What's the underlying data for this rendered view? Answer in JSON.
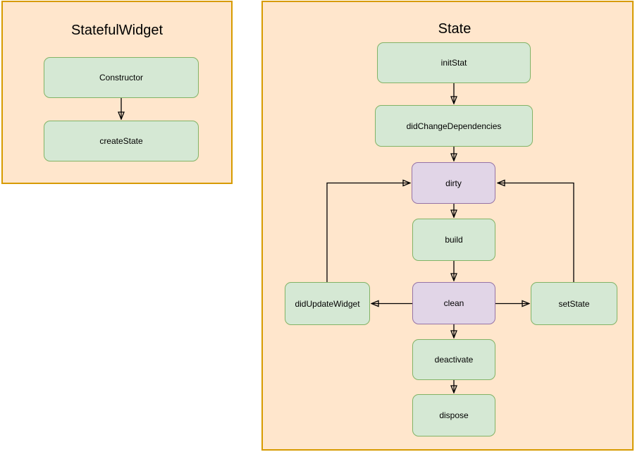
{
  "colors": {
    "page_background": "#ffffff",
    "panel_fill": "#FFE6CC",
    "panel_border": "#D79B00",
    "node_green_fill": "#D5E8D4",
    "node_green_border": "#82B366",
    "node_purple_fill": "#E1D5E7",
    "node_purple_border": "#9673A6",
    "arrow": "#000000",
    "text": "#000000"
  },
  "diagram": {
    "type": "flowchart",
    "panels": [
      {
        "title": "StatefulWidget",
        "nodes": [
          {
            "id": "constructor",
            "label": "Constructor",
            "style": "green"
          },
          {
            "id": "createState",
            "label": "createState",
            "style": "green"
          }
        ]
      },
      {
        "title": "State",
        "nodes": [
          {
            "id": "initStat",
            "label": "initStat",
            "style": "green"
          },
          {
            "id": "didChangeDependencies",
            "label": "didChangeDependencies",
            "style": "green"
          },
          {
            "id": "dirty",
            "label": "dirty",
            "style": "purple"
          },
          {
            "id": "build",
            "label": "build",
            "style": "green"
          },
          {
            "id": "didUpdateWidget",
            "label": "didUpdateWidget",
            "style": "green"
          },
          {
            "id": "clean",
            "label": "clean",
            "style": "purple"
          },
          {
            "id": "setState",
            "label": "setState",
            "style": "green"
          },
          {
            "id": "deactivate",
            "label": "deactivate",
            "style": "green"
          },
          {
            "id": "dispose",
            "label": "dispose",
            "style": "green"
          }
        ]
      }
    ],
    "edges": [
      {
        "from": "Constructor",
        "to": "createState",
        "direction": "down"
      },
      {
        "from": "initStat",
        "to": "didChangeDependencies",
        "direction": "down"
      },
      {
        "from": "didChangeDependencies",
        "to": "dirty",
        "direction": "down"
      },
      {
        "from": "dirty",
        "to": "build",
        "direction": "down"
      },
      {
        "from": "build",
        "to": "clean",
        "direction": "down"
      },
      {
        "from": "clean",
        "to": "didUpdateWidget",
        "direction": "left"
      },
      {
        "from": "clean",
        "to": "setState",
        "direction": "right"
      },
      {
        "from": "didUpdateWidget",
        "to": "dirty",
        "direction": "up-right"
      },
      {
        "from": "setState",
        "to": "dirty",
        "direction": "up-left"
      },
      {
        "from": "clean",
        "to": "deactivate",
        "direction": "down"
      },
      {
        "from": "deactivate",
        "to": "dispose",
        "direction": "down"
      }
    ]
  }
}
